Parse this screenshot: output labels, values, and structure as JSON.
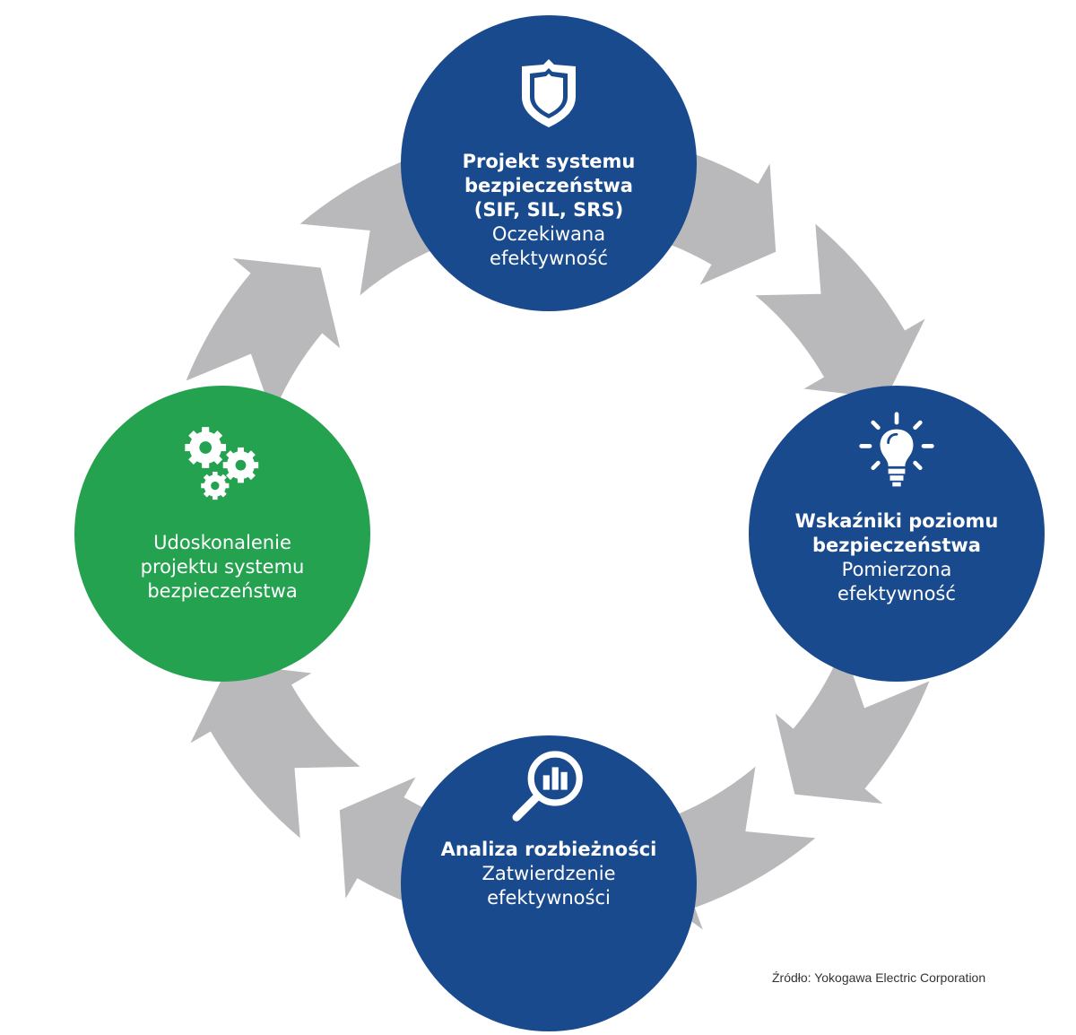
{
  "colors": {
    "blue": "#1a4a8e",
    "green": "#24a24f",
    "arrow_gray": "#b9b9bb",
    "text_white": "#ffffff",
    "source_text": "#333333"
  },
  "nodes": [
    {
      "id": "top",
      "icon": "shield-icon",
      "title": "Projekt systemu\nbezpieczeństwa\n(SIF, SIL, SRS)",
      "subtitle": "Oczekiwana\nefektywność"
    },
    {
      "id": "right",
      "icon": "lightbulb-icon",
      "title": "Wskaźniki poziomu\nbezpieczeństwa",
      "subtitle": "Pomierzona\nefektywność"
    },
    {
      "id": "bottom",
      "icon": "magnifier-chart-icon",
      "title": "Analiza rozbieżności",
      "subtitle": "Zatwierdzenie\nefektywności"
    },
    {
      "id": "left",
      "icon": "gears-icon",
      "title": "",
      "subtitle": "Udoskonalenie\nprojektu systemu\nbezpieczeństwa"
    }
  ],
  "cycle_direction": "clockwise",
  "source": "Źródło: Yokogawa Electric Corporation"
}
